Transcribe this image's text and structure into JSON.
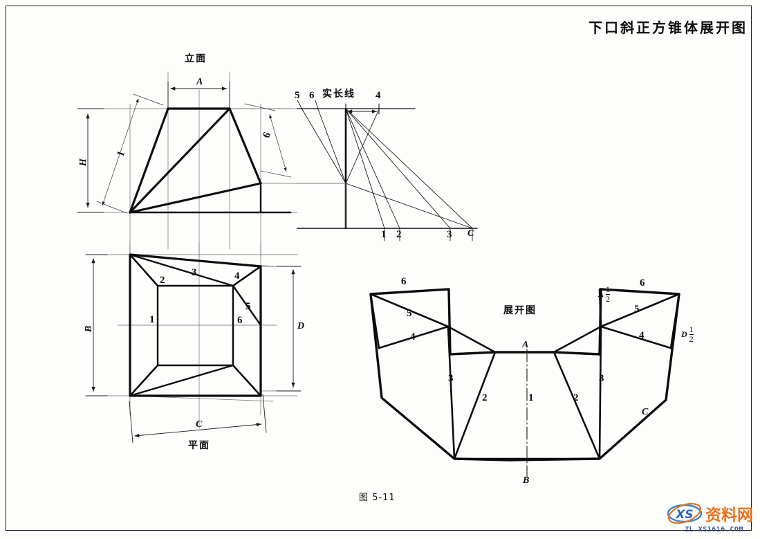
{
  "document": {
    "title": "下口斜正方锥体展开图",
    "figure_caption": "图 5-11"
  },
  "views": {
    "elevation": {
      "name": "立面",
      "dimensions": {
        "width_label": "A",
        "height_label": "H"
      },
      "edge_labels": [
        "1",
        "6"
      ]
    },
    "true_length": {
      "name": "实长线",
      "top_labels": [
        "5",
        "6",
        "4"
      ],
      "bottom_labels": [
        "1",
        "2",
        "3",
        "C"
      ]
    },
    "plan": {
      "name": "平面",
      "dimensions": {
        "height_label": "B",
        "bottom_label": "C",
        "right_label": "D"
      },
      "element_labels": [
        "1",
        "2",
        "3",
        "4",
        "5",
        "6"
      ]
    },
    "development": {
      "name": "展开图",
      "left_wing_labels": [
        "6",
        "5",
        "4",
        "3",
        "2"
      ],
      "right_wing_labels": [
        "6",
        "5",
        "4",
        "3",
        "2"
      ],
      "center_labels": [
        "1"
      ],
      "corner_top": "A",
      "corner_bottom": "B",
      "edge_c": "C",
      "edge_d": "D",
      "half_a": {
        "letter": "A",
        "numerator": "1",
        "denominator": "2"
      },
      "half_d": {
        "letter": "D",
        "numerator": "1",
        "denominator": "2"
      }
    }
  },
  "watermark": {
    "logo_text": "XS",
    "site_name": "资料网",
    "url": "ZL.XS1616.COM"
  },
  "colors": {
    "ink": "#0d0d0d",
    "thin_line": "#4a4a4a",
    "paper": "#fdfdfb",
    "watermark_orange": "#ea6a10",
    "watermark_blue": "#2d4b9e"
  }
}
